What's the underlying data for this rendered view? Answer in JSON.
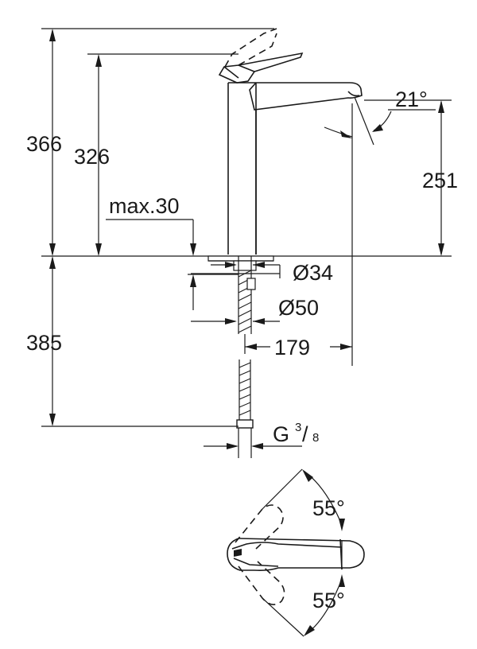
{
  "dimensions": {
    "total_height": "366",
    "spout_top_height": "326",
    "max_thickness": "max.30",
    "outlet_height": "251",
    "spout_angle": "21°",
    "hole_diameter": "Ø34",
    "base_diameter": "Ø50",
    "projection": "179",
    "hose_length": "385",
    "thread_prefix": "G",
    "thread_numerator": "3",
    "thread_denominator": "8",
    "swivel_angle_top": "55°",
    "swivel_angle_bottom": "55°"
  },
  "colors": {
    "line": "#1a1a1a",
    "background": "#ffffff"
  }
}
